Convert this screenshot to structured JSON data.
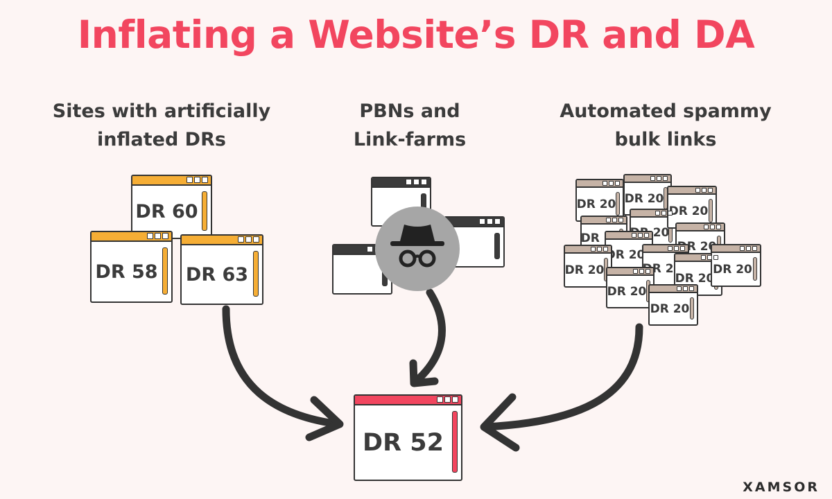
{
  "title": "Inflating a Website’s DR and DA",
  "columns": [
    {
      "line1": "Sites with artificially",
      "line2": "inflated DRs"
    },
    {
      "line1": "PBNs and",
      "line2": "Link-farms"
    },
    {
      "line1": "Automated spammy",
      "line2": "bulk links"
    }
  ],
  "inflated_sites": [
    "DR 60",
    "DR 58",
    "DR 63"
  ],
  "spam_sites": [
    "DR 20",
    "DR 20",
    "DR 20",
    "DR 20",
    "DR 20",
    "DR 20",
    "DR 20",
    "DR 20",
    "DR 20",
    "DR 20",
    "DR 20",
    "DR 20",
    "DR 20"
  ],
  "target_site": "DR 52",
  "brand": "XAMSOR",
  "colors": {
    "title": "#f2465f",
    "orange_frame": "#f6ae35",
    "pbn_frame": "#3b3b3b",
    "spam_frame": "#c6b3a6",
    "target_frame": "#f2465f",
    "background": "#fdf5f4"
  },
  "icons": [
    "incognito-icon",
    "window-buttons-icon",
    "scrollbar-icon",
    "curved-arrow-icon"
  ]
}
